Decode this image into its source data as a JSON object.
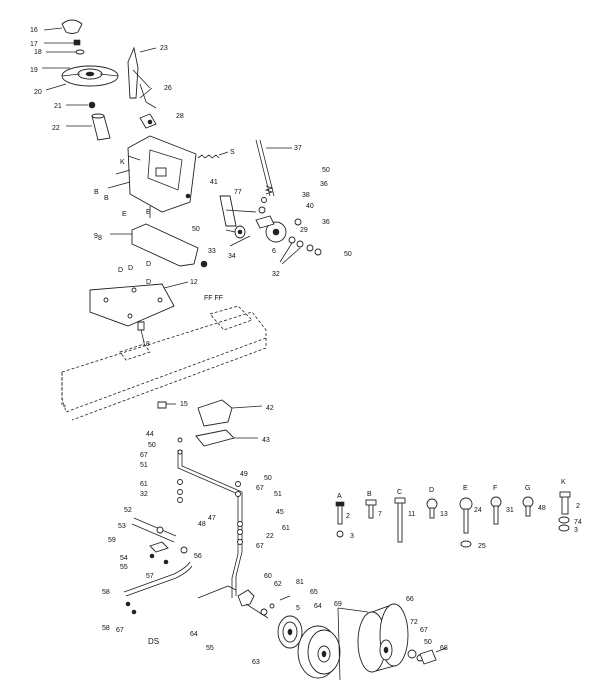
{
  "callouts": [
    {
      "key": "c16a",
      "text": "16"
    },
    {
      "key": "c17",
      "text": "17"
    },
    {
      "key": "c18a",
      "text": "18"
    },
    {
      "key": "c19",
      "text": "19"
    },
    {
      "key": "c20",
      "text": "20"
    },
    {
      "key": "c21",
      "text": "21"
    },
    {
      "key": "c22",
      "text": "22"
    },
    {
      "key": "c23",
      "text": "23"
    },
    {
      "key": "c26",
      "text": "26"
    },
    {
      "key": "c28",
      "text": "28"
    },
    {
      "key": "cS",
      "text": "S"
    },
    {
      "key": "cK1",
      "text": "K"
    },
    {
      "key": "cB1",
      "text": "B"
    },
    {
      "key": "cB2",
      "text": "B"
    },
    {
      "key": "cE1",
      "text": "E"
    },
    {
      "key": "cE2",
      "text": "E"
    },
    {
      "key": "c9",
      "text": "9"
    },
    {
      "key": "c37",
      "text": "37"
    },
    {
      "key": "c50a",
      "text": "50"
    },
    {
      "key": "c36a",
      "text": "36"
    },
    {
      "key": "c77",
      "text": "77"
    },
    {
      "key": "c38",
      "text": "38"
    },
    {
      "key": "c41",
      "text": "41"
    },
    {
      "key": "c40",
      "text": "40"
    },
    {
      "key": "c36b",
      "text": "36"
    },
    {
      "key": "c29",
      "text": "29"
    },
    {
      "key": "c50b",
      "text": "50"
    },
    {
      "key": "c33",
      "text": "33"
    },
    {
      "key": "c34",
      "text": "34"
    },
    {
      "key": "c6",
      "text": "6"
    },
    {
      "key": "c32a",
      "text": "32"
    },
    {
      "key": "c50c",
      "text": "50"
    },
    {
      "key": "c8",
      "text": "8"
    },
    {
      "key": "c12",
      "text": "12"
    },
    {
      "key": "cD1",
      "text": "D"
    },
    {
      "key": "cD2",
      "text": "D"
    },
    {
      "key": "cD3",
      "text": "D"
    },
    {
      "key": "cD4",
      "text": "D"
    },
    {
      "key": "cFF",
      "text": "FF FF"
    },
    {
      "key": "c18b",
      "text": "18"
    },
    {
      "key": "c15",
      "text": "15"
    },
    {
      "key": "c42",
      "text": "42"
    },
    {
      "key": "c43",
      "text": "43"
    },
    {
      "key": "c44",
      "text": "44"
    },
    {
      "key": "c50d",
      "text": "50"
    },
    {
      "key": "c67a",
      "text": "67"
    },
    {
      "key": "c51a",
      "text": "51"
    },
    {
      "key": "c49",
      "text": "49"
    },
    {
      "key": "c50e",
      "text": "50"
    },
    {
      "key": "c61a",
      "text": "61"
    },
    {
      "key": "c32b",
      "text": "32"
    },
    {
      "key": "c67b",
      "text": "67"
    },
    {
      "key": "c51b",
      "text": "51"
    },
    {
      "key": "c47",
      "text": "47"
    },
    {
      "key": "c48",
      "text": "48"
    },
    {
      "key": "c45",
      "text": "45"
    },
    {
      "key": "c52",
      "text": "52"
    },
    {
      "key": "c61b",
      "text": "61"
    },
    {
      "key": "c53",
      "text": "53"
    },
    {
      "key": "c22b",
      "text": "22"
    },
    {
      "key": "c59",
      "text": "59"
    },
    {
      "key": "c67c",
      "text": "67"
    },
    {
      "key": "c54",
      "text": "54"
    },
    {
      "key": "c55",
      "text": "55"
    },
    {
      "key": "c56",
      "text": "56"
    },
    {
      "key": "c57",
      "text": "57"
    },
    {
      "key": "c58",
      "text": "58"
    },
    {
      "key": "c58b",
      "text": "58"
    },
    {
      "key": "c67d",
      "text": "67"
    },
    {
      "key": "c60",
      "text": "60"
    },
    {
      "key": "c62",
      "text": "62"
    },
    {
      "key": "c81",
      "text": "81"
    },
    {
      "key": "c65",
      "text": "65"
    },
    {
      "key": "c5",
      "text": "5"
    },
    {
      "key": "c64a",
      "text": "64"
    },
    {
      "key": "c64b",
      "text": "64"
    },
    {
      "key": "c69",
      "text": "69"
    },
    {
      "key": "c66",
      "text": "66"
    },
    {
      "key": "c63",
      "text": "63"
    },
    {
      "key": "c72",
      "text": "72"
    },
    {
      "key": "c67e",
      "text": "67"
    },
    {
      "key": "c50f",
      "text": "50"
    },
    {
      "key": "c68",
      "text": "68"
    },
    {
      "key": "c55b",
      "text": "55"
    },
    {
      "key": "cDS",
      "text": "DS"
    }
  ],
  "hardware_key": [
    {
      "letter": "A",
      "num": "2",
      "sub": "3"
    },
    {
      "letter": "B",
      "num": "7",
      "sub": ""
    },
    {
      "letter": "C",
      "num": "11",
      "sub": ""
    },
    {
      "letter": "D",
      "num": "13",
      "sub": ""
    },
    {
      "letter": "E",
      "num": "24",
      "sub": "25"
    },
    {
      "letter": "F",
      "num": "31",
      "sub": ""
    },
    {
      "letter": "G",
      "num": "48",
      "sub": ""
    },
    {
      "letter": "K",
      "num": "2",
      "sub": "74\n3"
    }
  ],
  "hk_sub_extra": {
    "k74": "74",
    "k3": "3"
  }
}
